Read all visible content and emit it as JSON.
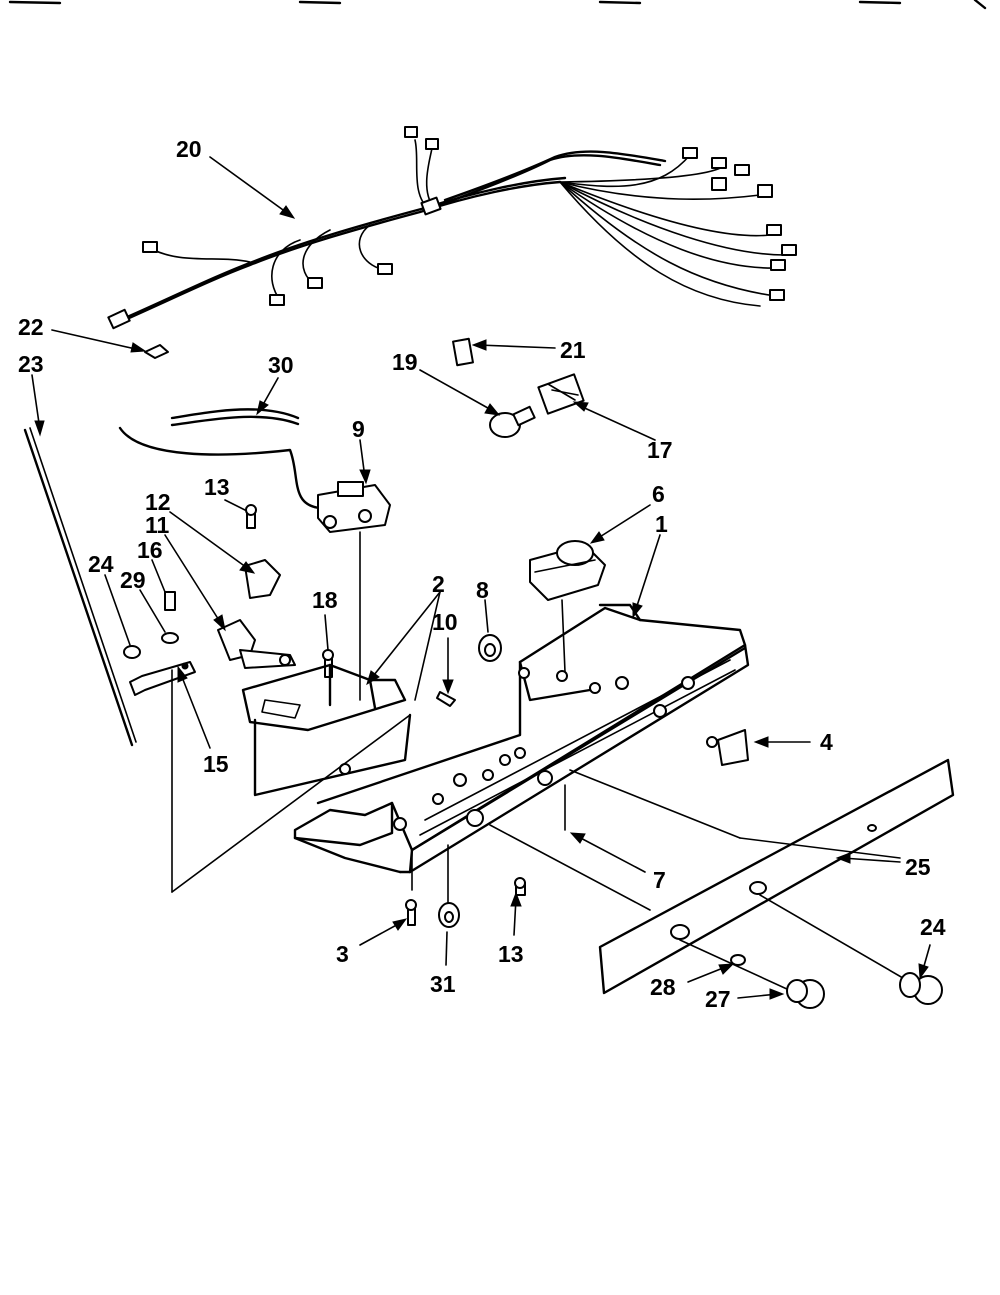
{
  "diagram": {
    "labels": {
      "p20": "20",
      "p22": "22",
      "p23": "23",
      "p21": "21",
      "p19": "19",
      "p30": "30",
      "p17": "17",
      "p9": "9",
      "p6": "6",
      "p1": "1",
      "p13a": "13",
      "p12": "12",
      "p11": "11",
      "p16": "16",
      "p24a": "24",
      "p29": "29",
      "p18": "18",
      "p2": "2",
      "p8": "8",
      "p10": "10",
      "p15": "15",
      "p4": "4",
      "p25": "25",
      "p7": "7",
      "p3": "3",
      "p31": "31",
      "p13b": "13",
      "p24b": "24",
      "p28": "28",
      "p27": "27"
    }
  }
}
